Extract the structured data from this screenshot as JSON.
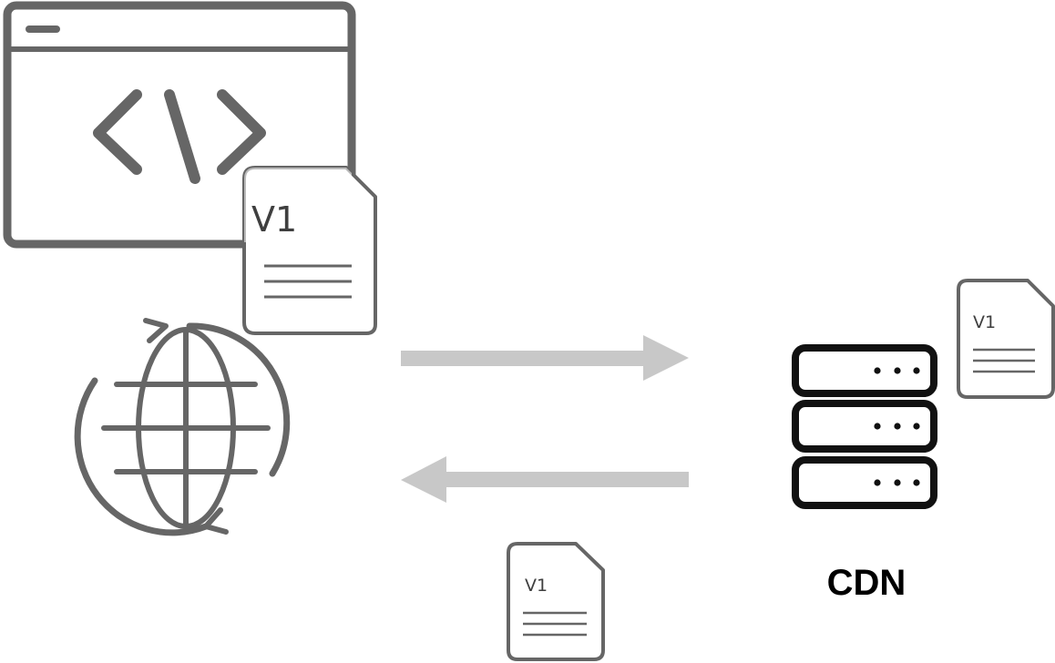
{
  "colors": {
    "icon_gray": "#666666",
    "arrow_gray": "#c8c8c8",
    "server_black": "#111111"
  },
  "icons": {
    "browser": "browser-code-icon",
    "globe": "globe-refresh-icon",
    "server": "server-stack-icon",
    "document": "document-icon"
  },
  "browser_doc": {
    "label": "V1"
  },
  "cdn_doc": {
    "label": "V1"
  },
  "response_doc": {
    "label": "V1"
  },
  "cdn": {
    "label": "CDN"
  },
  "arrows": [
    {
      "direction": "right",
      "meaning": "request-to-cdn"
    },
    {
      "direction": "left",
      "meaning": "response-from-cdn"
    }
  ]
}
